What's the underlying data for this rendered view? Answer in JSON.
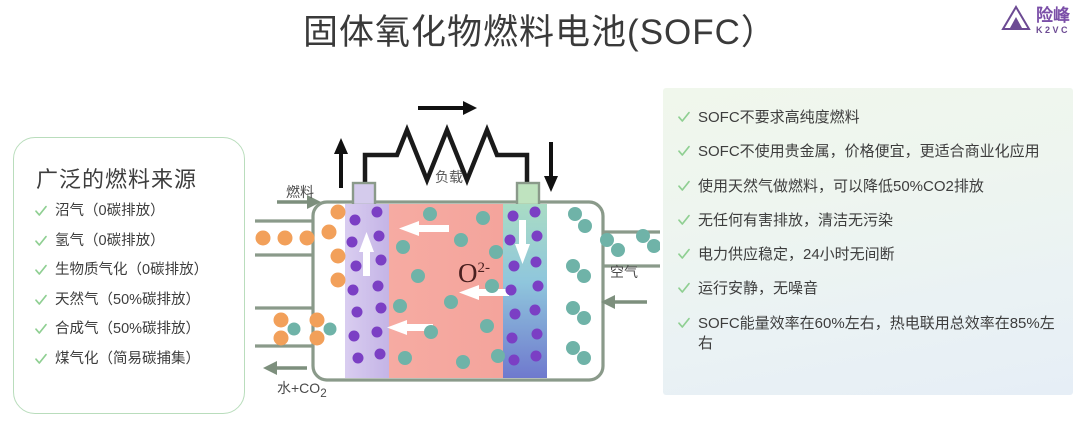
{
  "header": {
    "title": "固体氧化物燃料电池(SOFC）",
    "logo": {
      "cn": "险峰",
      "en": "K2VC",
      "icon": "triangle-mountain-icon",
      "color": "#7b4fa8"
    }
  },
  "fuel_sources": {
    "title": "广泛的燃料来源",
    "accent": "#8fcf92",
    "items": [
      "沼气（0碳排放）",
      "氢气（0碳排放）",
      "生物质气化（0碳排放）",
      "天然气（50%碳排放）",
      "合成气（50%碳排放）",
      "煤气化（简易碳捕集）"
    ]
  },
  "benefits": {
    "accent": "#8fcf92",
    "items": [
      "SOFC不要求高纯度燃料",
      "SOFC不使用贵金属，价格便宜，更适合商业化应用",
      "使用天然气做燃料，可以降低50%CO2排放",
      "无任何有害排放，清洁无污染",
      "电力供应稳定，24小时无间断",
      "运行安静，无噪音",
      "SOFC能量效率在60%左右，热电联用总效率在85%左右"
    ]
  },
  "diagram": {
    "labels": {
      "fuel": "燃料",
      "load": "负载",
      "air": "空气",
      "exhaust": "水+CO",
      "exhaust_sub": "2",
      "ion": "O",
      "ion_sup": "2-"
    },
    "colors": {
      "anode": "#cbbfe8",
      "electrolyte": "#f5a9a0",
      "cathode_top": "#a9dcc4",
      "cathode_bottom": "#7e86d4",
      "casing": "#8a9a8a",
      "fuel_particle": "#f2a05a",
      "oxygen_particle": "#6fb3a8",
      "electron": "#7b3fc4",
      "wire": "#1a1a1a"
    }
  }
}
